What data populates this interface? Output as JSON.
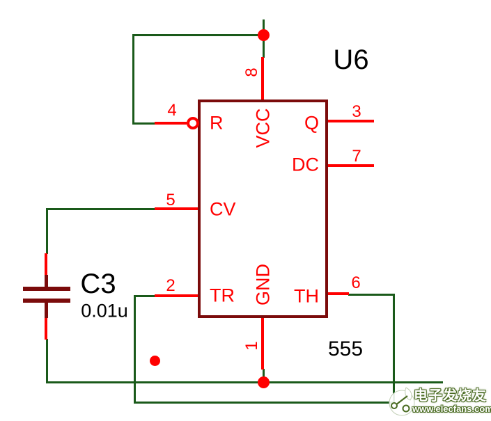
{
  "schematic": {
    "ic": {
      "refdes": "U6",
      "part": "555",
      "pins": {
        "vcc": {
          "number": "8",
          "name": "VCC",
          "side": "top"
        },
        "reset": {
          "number": "4",
          "name": "R",
          "side": "left"
        },
        "cv": {
          "number": "5",
          "name": "CV",
          "side": "left"
        },
        "tr": {
          "number": "2",
          "name": "TR",
          "side": "left"
        },
        "q": {
          "number": "3",
          "name": "Q",
          "side": "right"
        },
        "dc": {
          "number": "7",
          "name": "DC",
          "side": "right"
        },
        "th": {
          "number": "6",
          "name": "TH",
          "side": "right"
        },
        "gnd": {
          "number": "1",
          "name": "GND",
          "side": "bottom"
        }
      }
    },
    "capacitor": {
      "refdes": "C3",
      "value": "0.01u"
    },
    "colors": {
      "wire_green": "#1a5a1a",
      "pin_red": "#ff0000",
      "component_maroon": "#7b0b0b",
      "text_black": "#000000"
    }
  },
  "watermark": {
    "brand": "电子发烧友",
    "url": "www.elecfans.com"
  }
}
